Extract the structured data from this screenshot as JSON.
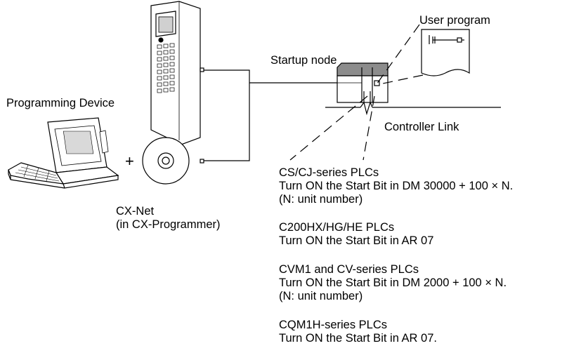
{
  "labels": {
    "user_program": "User program",
    "startup_node": "Startup node",
    "programming_device": "Programming Device",
    "controller_link": "Controller Link",
    "plus": "+",
    "cx_net_line1": "CX-Net",
    "cx_net_line2": "(in CX-Programmer)"
  },
  "plc_notes": [
    {
      "title": "CS/CJ-series PLCs",
      "lines": [
        "Turn ON the Start Bit in DM 30000 + 100 × N.",
        "(N: unit number)"
      ]
    },
    {
      "title": "C200HX/HG/HE PLCs",
      "lines": [
        "Turn ON the Start Bit in AR 07"
      ]
    },
    {
      "title": "CVM1 and CV-series PLCs",
      "lines": [
        "Turn ON the Start Bit in DM 2000 + 100  × N.",
        "(N: unit number)"
      ]
    },
    {
      "title": "CQM1H-series PLCs",
      "lines": [
        "Turn ON the Start Bit in AR 07."
      ]
    }
  ],
  "icons": {
    "handheld": "programming-console-icon",
    "laptop": "laptop-computer-icon",
    "cd": "cd-rom-icon",
    "plc": "plc-unit-icon",
    "program": "user-program-sheet-icon"
  }
}
